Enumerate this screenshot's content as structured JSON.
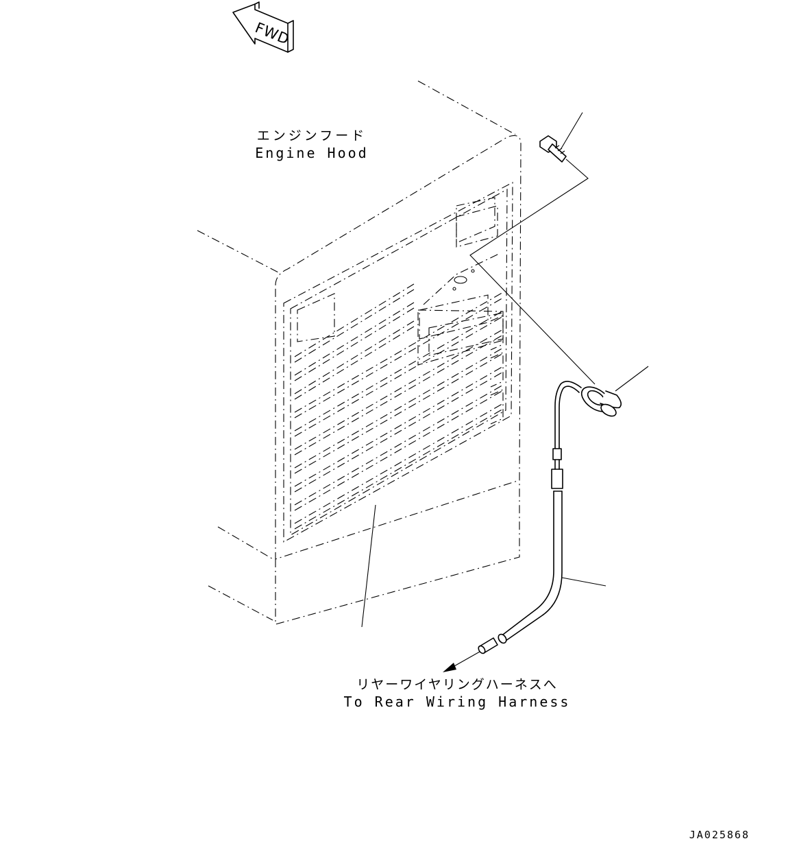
{
  "fwd_badge": {
    "text": "FWD"
  },
  "labels": {
    "engine_hood_jp": "エンジンフード",
    "engine_hood_en": "Engine Hood",
    "rear_harness_jp": "リヤーワイヤリングハーネスへ",
    "rear_harness_en": "To Rear Wiring Harness"
  },
  "drawing_number": "JA025868"
}
